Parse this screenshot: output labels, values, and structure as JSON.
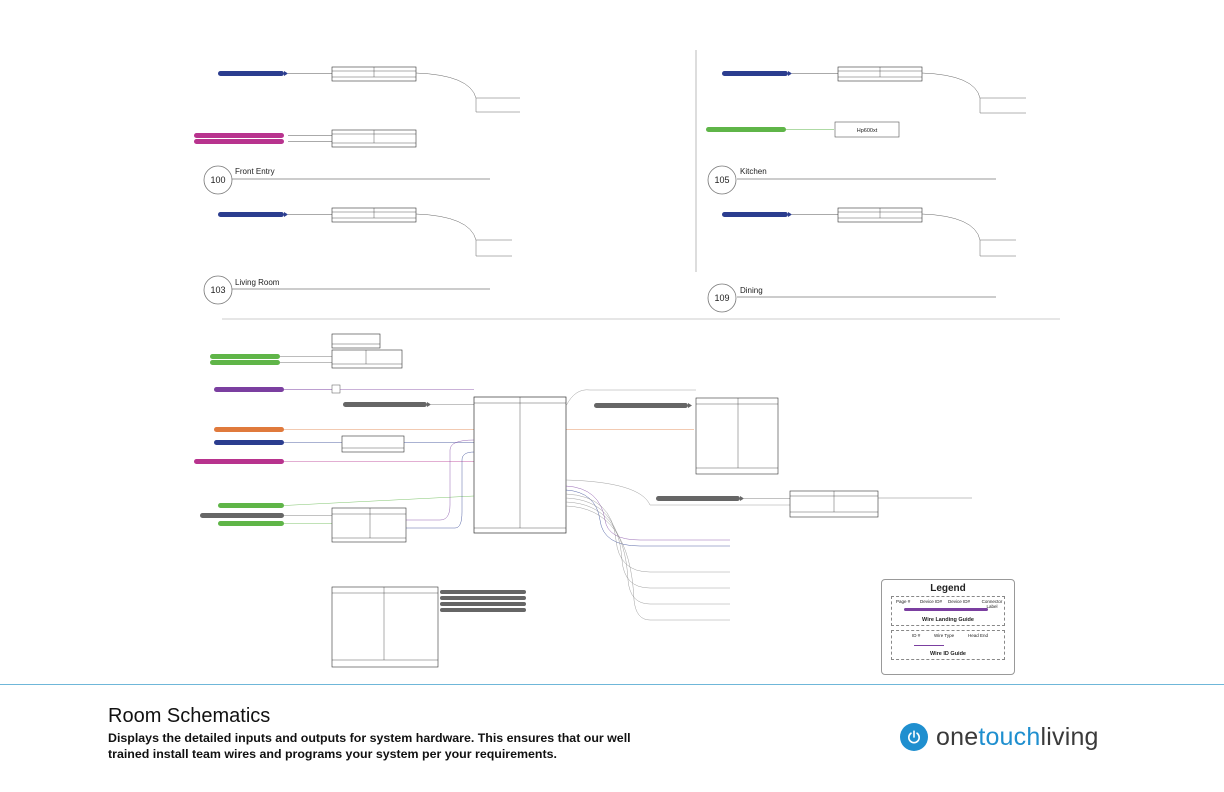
{
  "rooms": [
    {
      "number": "100",
      "name": "Front Entry"
    },
    {
      "number": "105",
      "name": "Kitchen"
    },
    {
      "number": "103",
      "name": "Living Room"
    },
    {
      "number": "109",
      "name": "Dining"
    }
  ],
  "device_label_hp": "Hp600xt",
  "legend": {
    "title": "Legend",
    "page_label": "Page #",
    "device_label": "Device ID#",
    "device_id_label": "Device ID#",
    "connector_label": "Connector Label",
    "wire_landing_caption": "Wire Landing Guide",
    "id_label": "ID #",
    "wire_type_label": "Wire Type",
    "head_end_label": "Head End",
    "wire_id_caption": "Wire ID Guide"
  },
  "footer": {
    "title": "Room Schematics",
    "description": "Displays the detailed inputs and outputs for system hardware. This ensures that our well trained install team wires and programs your  system per your requirements."
  },
  "brand": {
    "part1": "one",
    "part2": "touch",
    "part3": "living"
  },
  "colors": {
    "wire_blue": "#2b3d8f",
    "wire_magenta": "#b8338e",
    "wire_green": "#5fb548",
    "wire_purple": "#7b3fa0",
    "wire_orange": "#e07a3c",
    "wire_gray": "#666666",
    "brand_blue": "#1f8fcf",
    "rule_blue": "#6fb7d9"
  }
}
